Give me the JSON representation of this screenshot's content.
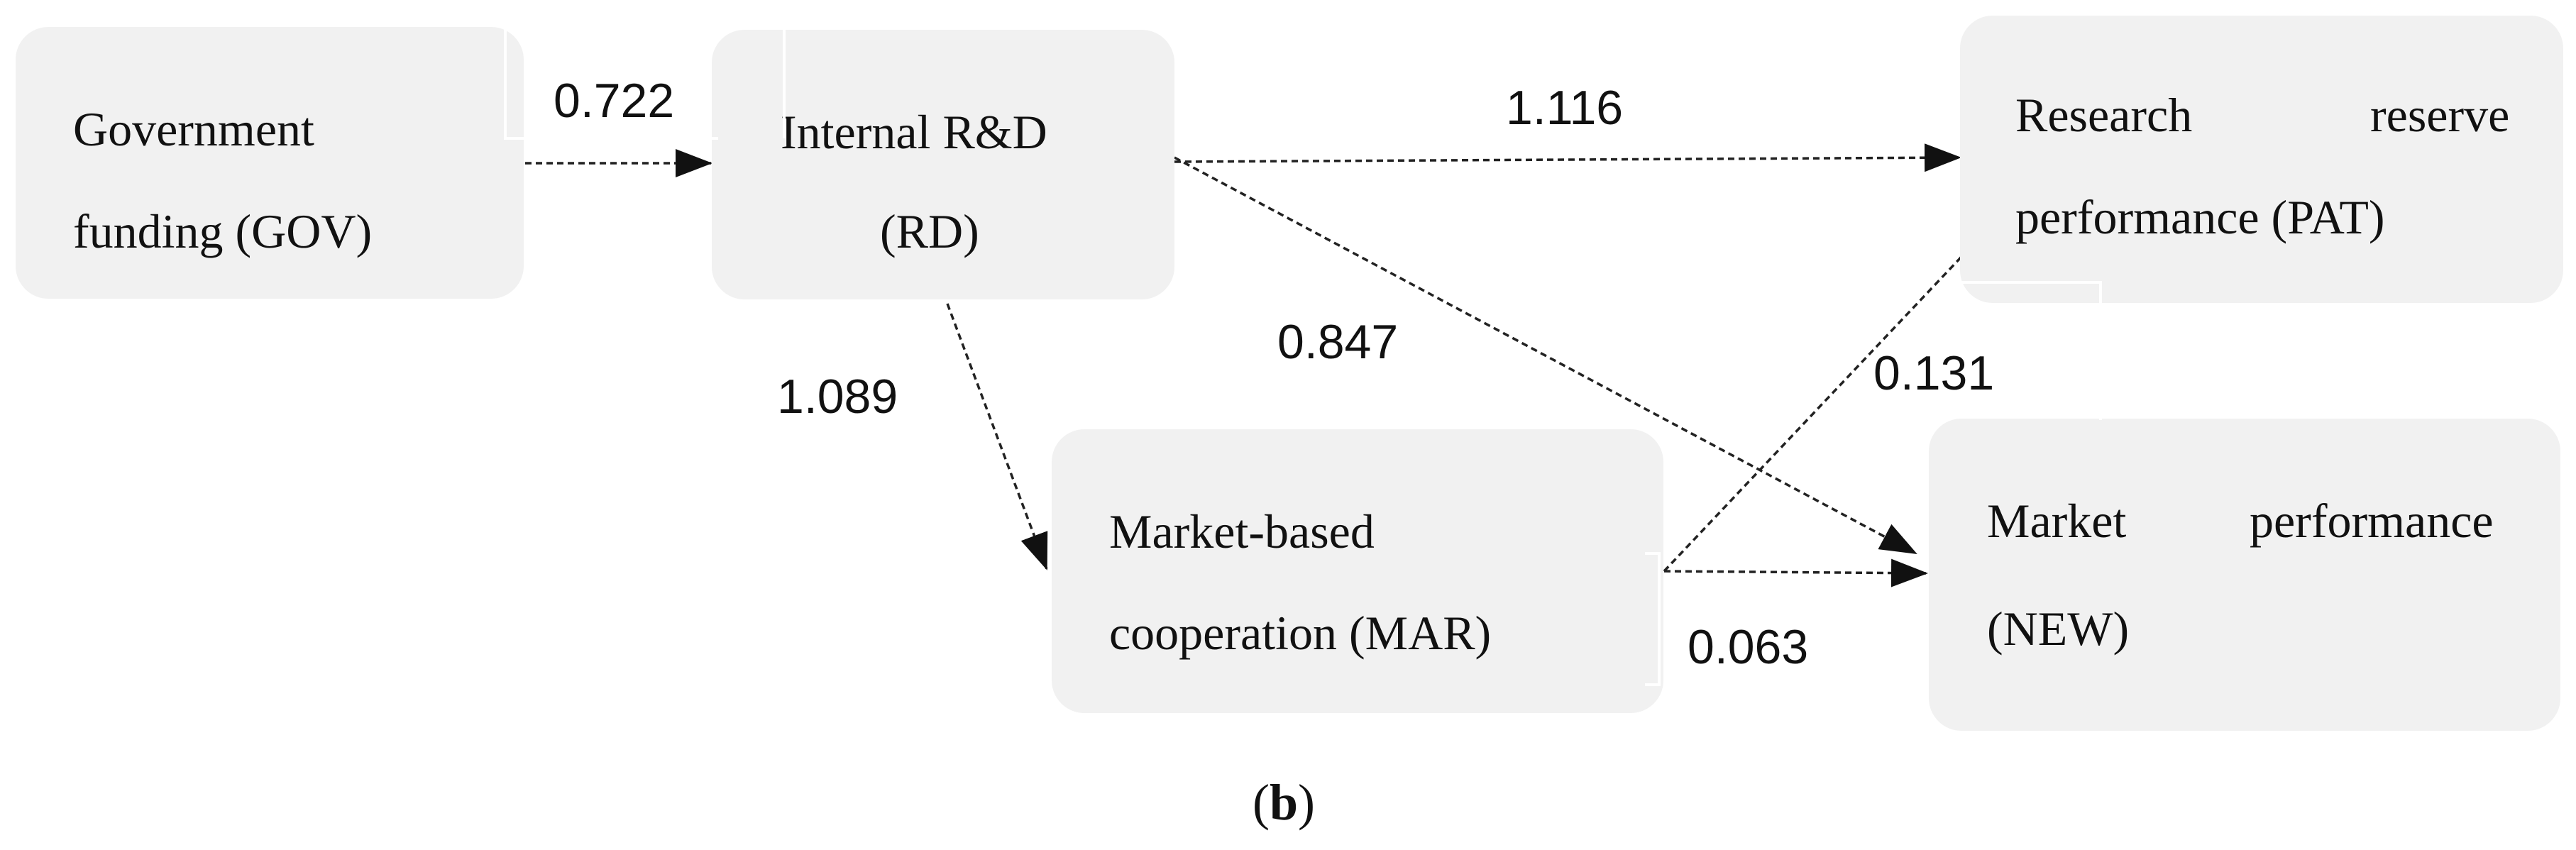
{
  "nodes": {
    "gov": {
      "line1": "Government",
      "line2": "funding (GOV)"
    },
    "rd": {
      "line1": "Internal R&D",
      "line2": "(RD)"
    },
    "pat": {
      "line1a": "Research",
      "line1b": "reserve",
      "line2": "performance (PAT)"
    },
    "mar": {
      "line1": "Market-based",
      "line2": "cooperation (MAR)"
    },
    "new": {
      "line1a": "Market",
      "line1b": "performance",
      "line2": "(NEW)"
    }
  },
  "edges": {
    "gov_rd": "0.722",
    "rd_pat": "1.116",
    "rd_new": "0.847",
    "rd_mar": "1.089",
    "mar_pat": "0.131",
    "mar_new": "0.063"
  },
  "caption": {
    "open": "(",
    "letter": "b",
    "close": ")"
  }
}
